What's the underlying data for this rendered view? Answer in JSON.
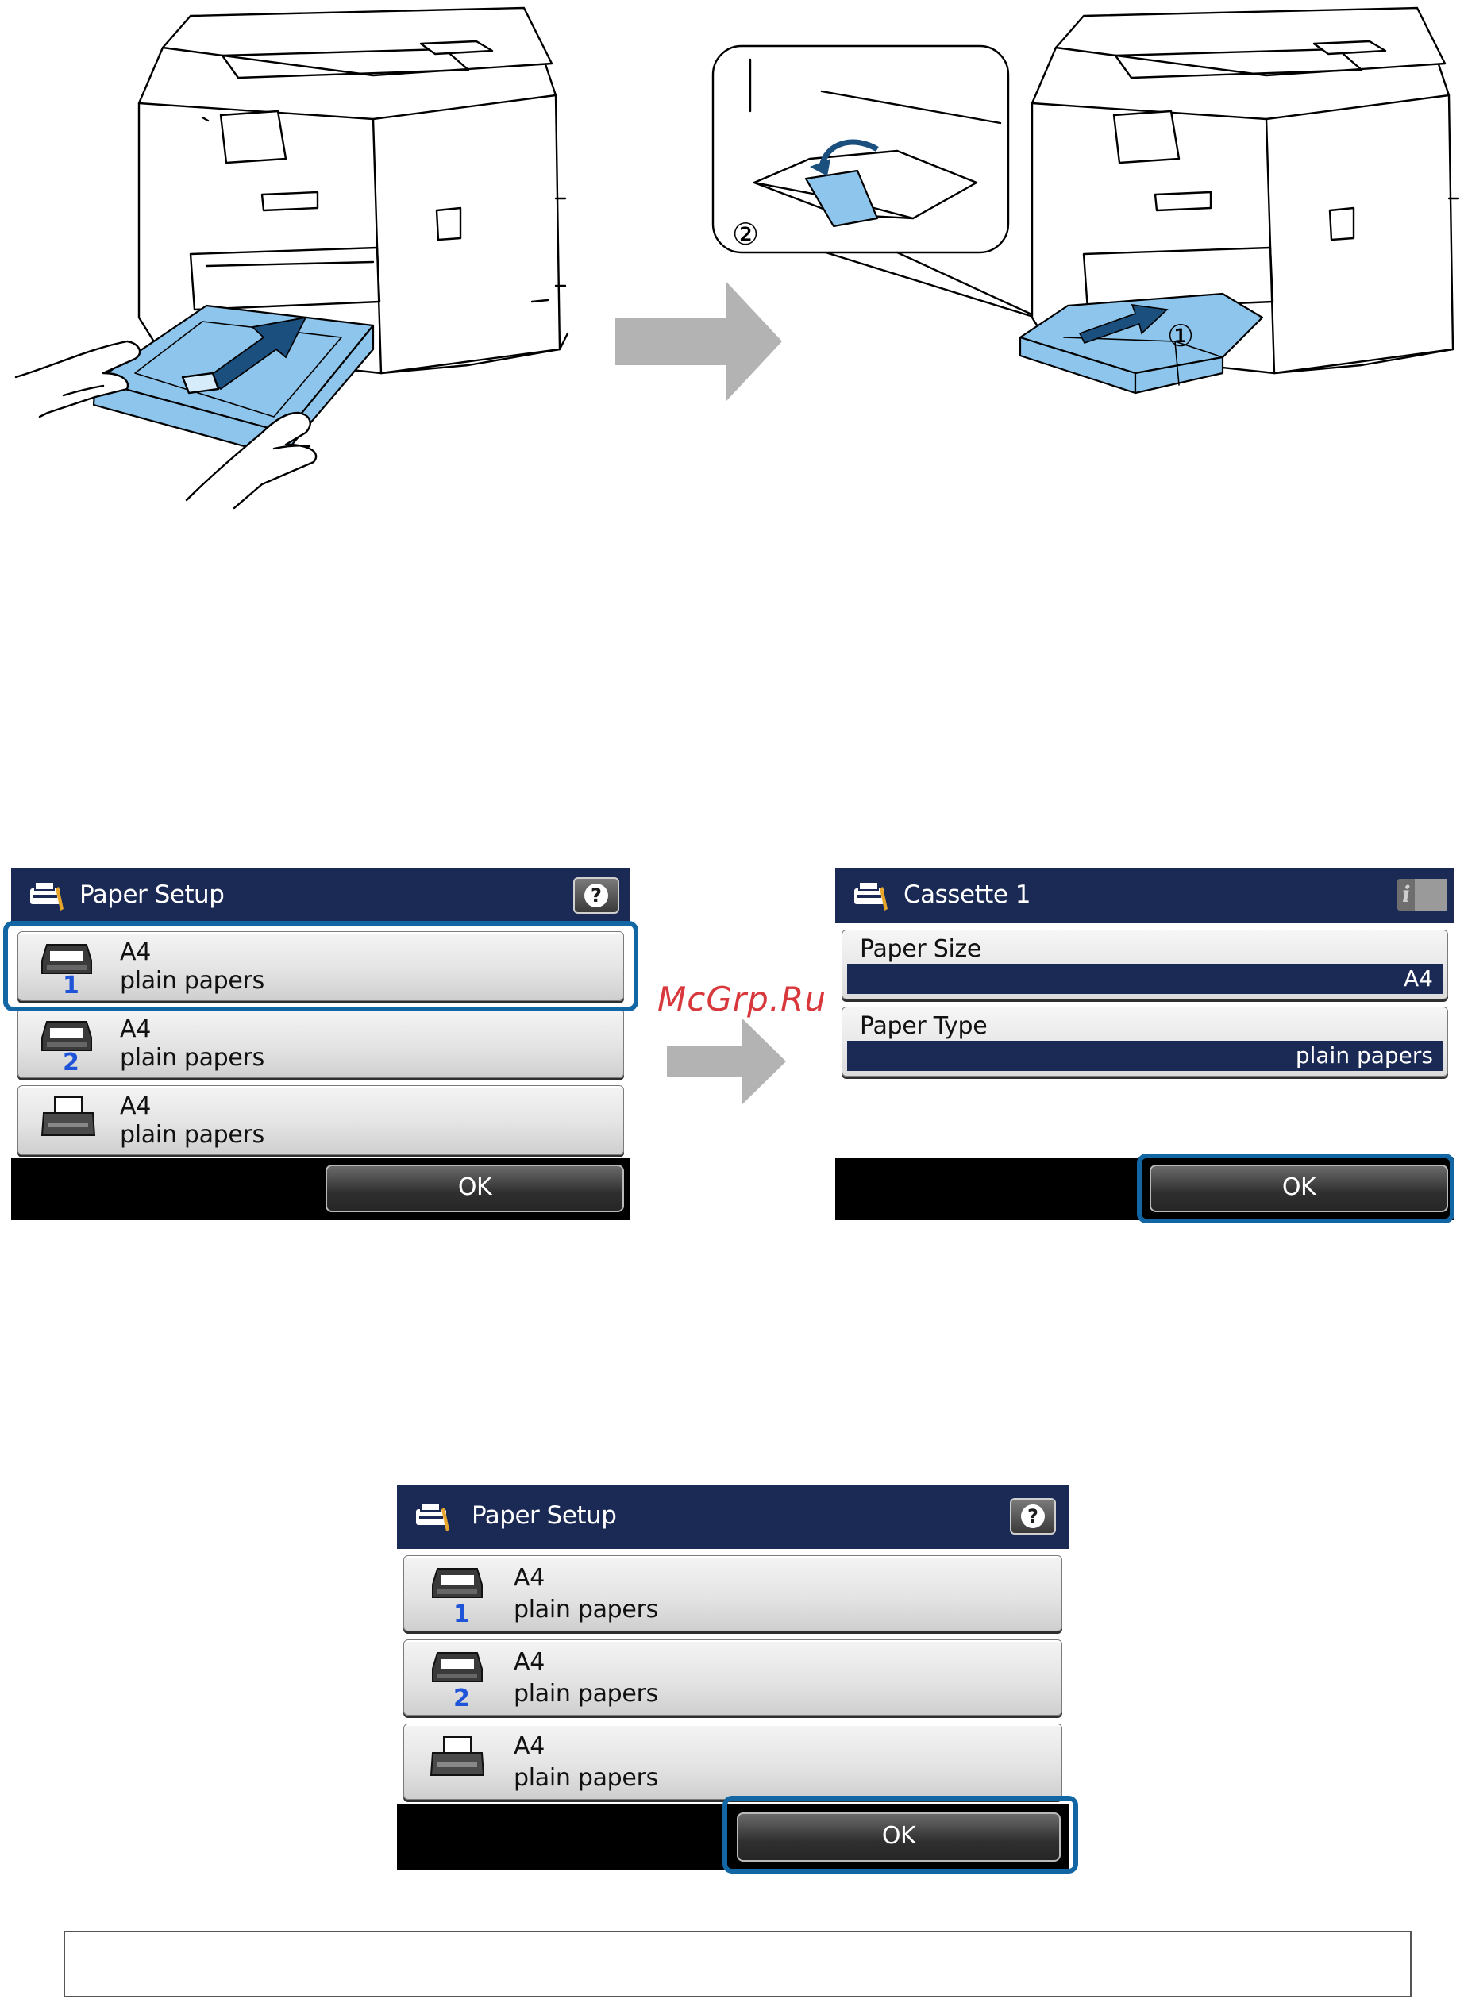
{
  "illustration": {
    "callout_step_1": "①",
    "callout_step_2": "②"
  },
  "watermark": "McGrp.Ru",
  "panel_paper_setup": {
    "title": "Paper Setup",
    "header_icon": "printer-settings-icon",
    "help_icon": "help-icon",
    "rows": [
      {
        "size": "A4",
        "type": "plain papers",
        "number": "1",
        "icon": "paper-cassette-icon"
      },
      {
        "size": "A4",
        "type": "plain papers",
        "number": "2",
        "icon": "paper-cassette-icon"
      },
      {
        "size": "A4",
        "type": "plain papers",
        "number": "",
        "icon": "rear-paper-feed-icon"
      }
    ],
    "ok_label": "OK"
  },
  "panel_cassette": {
    "title": "Cassette 1",
    "header_icon": "printer-settings-icon",
    "info_icon": "info-icon",
    "settings": [
      {
        "label": "Paper Size",
        "value": "A4"
      },
      {
        "label": "Paper Type",
        "value": "plain papers"
      }
    ],
    "ok_label": "OK"
  },
  "panel_paper_setup_final": {
    "title": "Paper Setup",
    "header_icon": "printer-settings-icon",
    "help_icon": "help-icon",
    "rows": [
      {
        "size": "A4",
        "type": "plain papers",
        "number": "1",
        "icon": "paper-cassette-icon"
      },
      {
        "size": "A4",
        "type": "plain papers",
        "number": "2",
        "icon": "paper-cassette-icon"
      },
      {
        "size": "A4",
        "type": "plain papers",
        "number": "",
        "icon": "rear-paper-feed-icon"
      }
    ],
    "ok_label": "OK"
  },
  "colors": {
    "header_navy": "#1b2a55",
    "highlight_blue": "#1266a3",
    "tray_number_blue": "#1f54d9",
    "illustration_blue": "#8ec5ec",
    "arrow_gray": "#b3b3b3",
    "watermark_red": "#d8383c"
  }
}
